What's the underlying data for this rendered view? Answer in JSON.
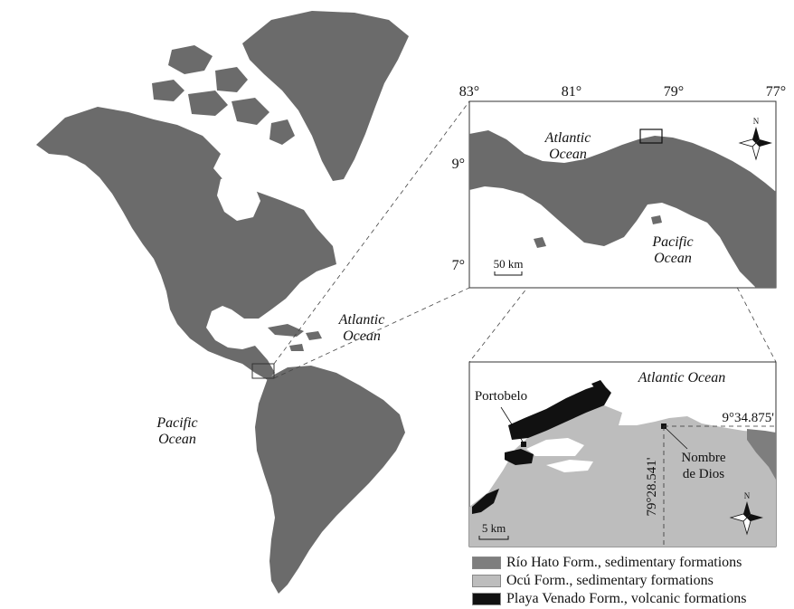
{
  "colors": {
    "land": "#6b6b6b",
    "ocu": "#bdbdbd",
    "rio_hato": "#7e7e7e",
    "playa_venado": "#111111",
    "water": "#ffffff"
  },
  "world_map": {
    "labels": {
      "atlantic_1": "Atlantic",
      "atlantic_2": "Ocean",
      "pacific_1": "Pacific",
      "pacific_2": "Ocean"
    }
  },
  "panama_map": {
    "lon_ticks": [
      "83°",
      "81°",
      "79°",
      "77°"
    ],
    "lat_ticks": [
      "9°",
      "7°"
    ],
    "atlantic_1": "Atlantic",
    "atlantic_2": "Ocean",
    "pacific_1": "Pacific",
    "pacific_2": "Ocean",
    "scale": "50 km",
    "north": "N"
  },
  "detail_map": {
    "ocean_label": "Atlantic Ocean",
    "place_portobelo": "Portobelo",
    "place_nombre_1": "Nombre",
    "place_nombre_2": "de Dios",
    "lat_label": "9°34.875'",
    "lon_label": "79°28.541'",
    "scale": "5 km",
    "north": "N"
  },
  "legend": [
    {
      "label": "Río Hato Form., sedimentary formations",
      "color": "#7e7e7e"
    },
    {
      "label": "Ocú Form., sedimentary formations",
      "color": "#bdbdbd"
    },
    {
      "label": "Playa Venado Form., volcanic formations",
      "color": "#111111"
    }
  ]
}
